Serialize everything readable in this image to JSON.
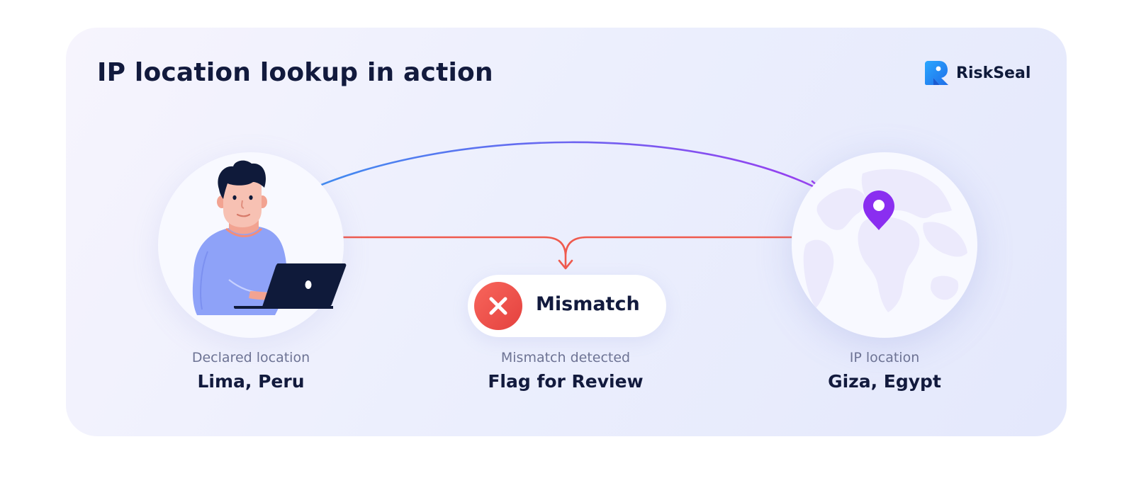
{
  "title": "IP location lookup in action",
  "brand": {
    "name": "RiskSeal",
    "logo_icon": "riskseal-logo-icon",
    "color": "#2f8cf5"
  },
  "declared": {
    "caption": "Declared location",
    "value": "Lima, Peru",
    "illustration": "person-with-laptop"
  },
  "result": {
    "badge_label": "Mismatch",
    "badge_icon": "close-icon",
    "caption": "Mismatch detected",
    "value": "Flag for Review"
  },
  "ip": {
    "caption": "IP location",
    "value": "Giza, Egypt",
    "illustration": "world-globe",
    "marker_icon": "location-pin-icon"
  },
  "colors": {
    "title": "#121a3d",
    "arc_start": "#3d8ef0",
    "arc_end": "#9a3cf0",
    "mismatch_line": "#ef5a4e",
    "mismatch_badge": "#ec4a43",
    "pin": "#8a2ef0",
    "person_shirt": "#8ea2f8",
    "laptop": "#0f1a3a"
  }
}
